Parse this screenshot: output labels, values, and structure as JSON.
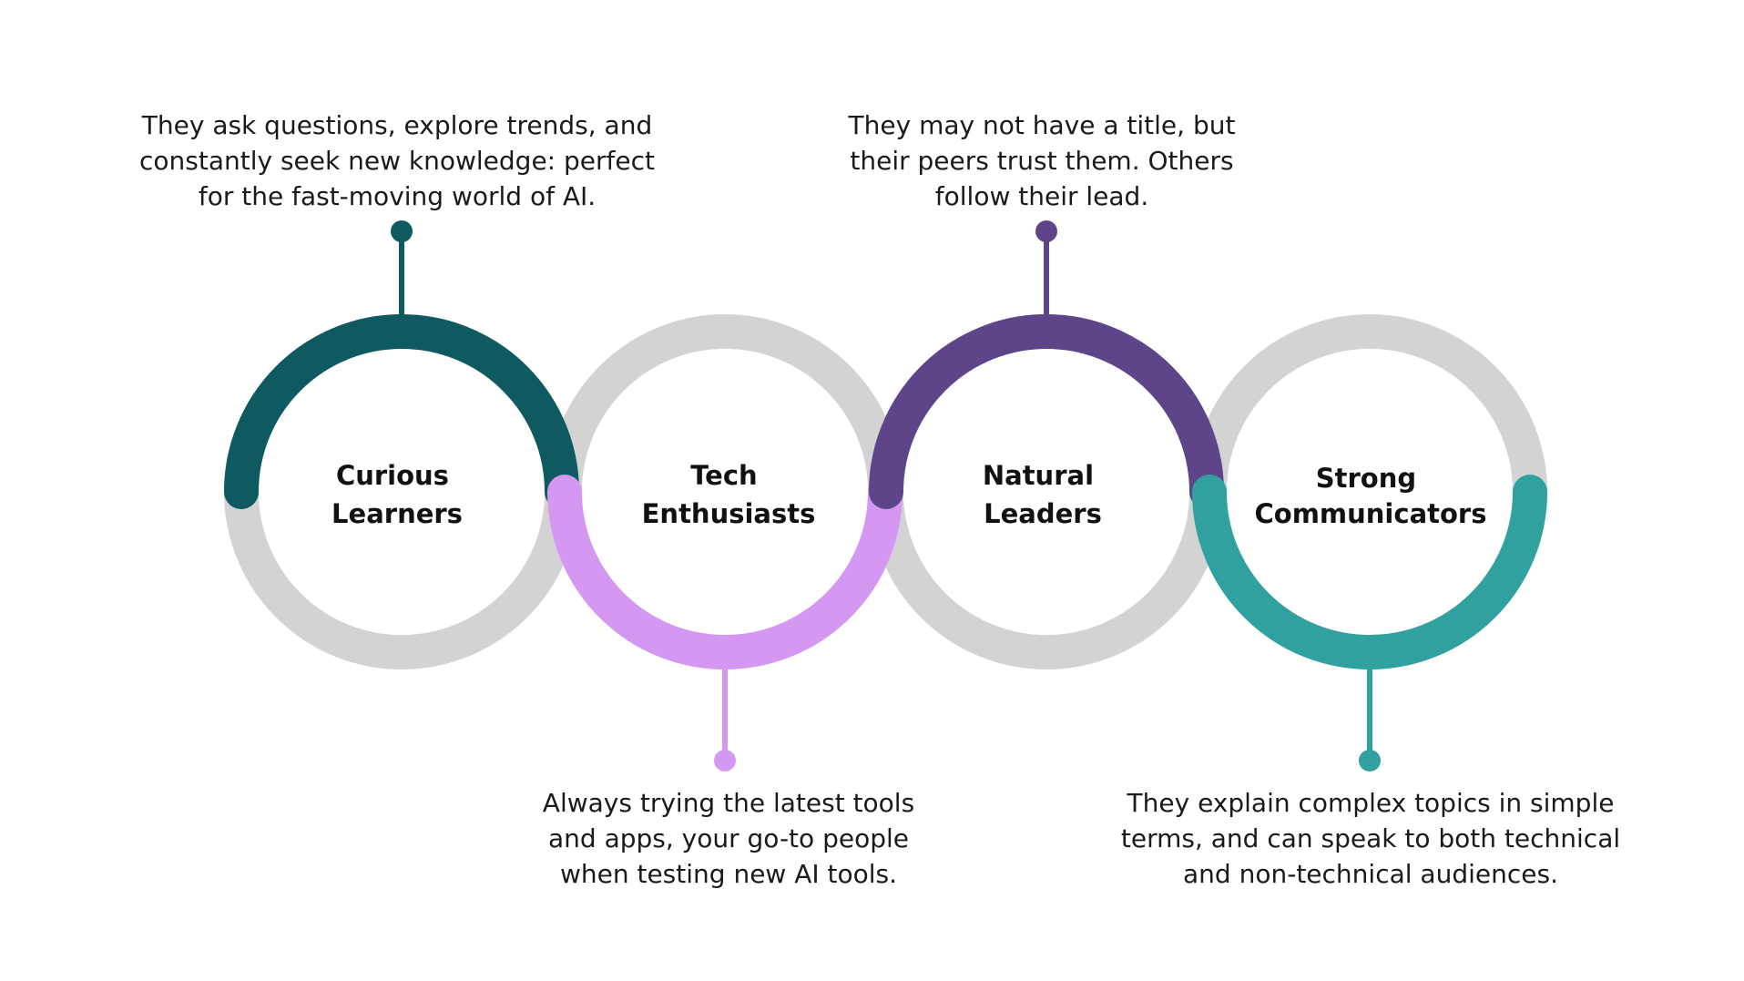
{
  "colors": {
    "ring_gray": "#d3d3d3",
    "text": "#111111"
  },
  "items": [
    {
      "title_lines": [
        "Curious",
        "Learners"
      ],
      "accent": "#0e5a60",
      "arc": "top",
      "description_lines": [
        "They ask questions, explore trends, and",
        "constantly seek new knowledge: perfect",
        "for the fast-moving world of AI."
      ]
    },
    {
      "title_lines": [
        "Tech",
        "Enthusiasts"
      ],
      "accent": "#d498f2",
      "arc": "bottom",
      "description_lines": [
        "Always trying the latest tools",
        "and apps, your go-to people",
        "when testing new AI tools."
      ]
    },
    {
      "title_lines": [
        "Natural",
        "Leaders"
      ],
      "accent": "#5e4489",
      "arc": "top",
      "description_lines": [
        "They may not have a title, but",
        "their peers trust them. Others",
        "follow their lead."
      ]
    },
    {
      "title_lines": [
        "Strong",
        "Communicators"
      ],
      "accent": "#31a19f",
      "arc": "bottom",
      "description_lines": [
        "They explain complex topics in simple",
        "terms, and can speak to both technical",
        "and non-technical audiences."
      ]
    }
  ]
}
